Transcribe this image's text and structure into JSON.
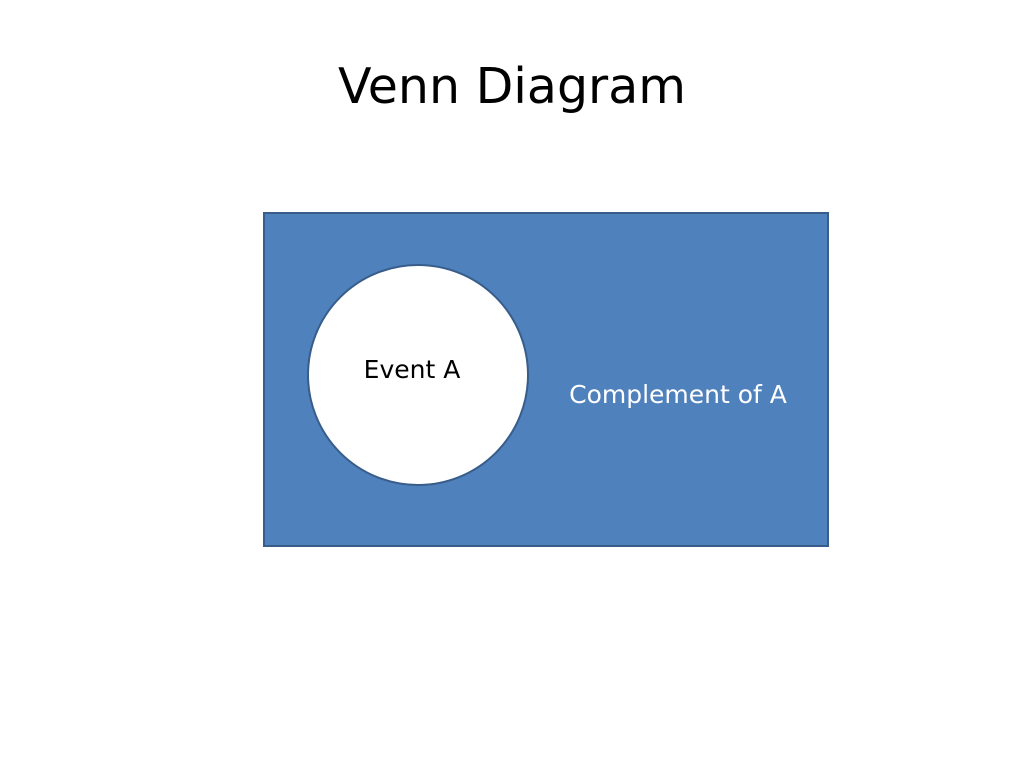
{
  "slide": {
    "title": "Venn Diagram"
  },
  "diagram": {
    "event_label": "Event A",
    "complement_label": "Complement of A",
    "colors": {
      "universe_fill": "#4f81bd",
      "universe_stroke": "#385d8a",
      "event_fill": "#ffffff",
      "event_text": "#000000",
      "complement_text": "#ffffff"
    }
  }
}
